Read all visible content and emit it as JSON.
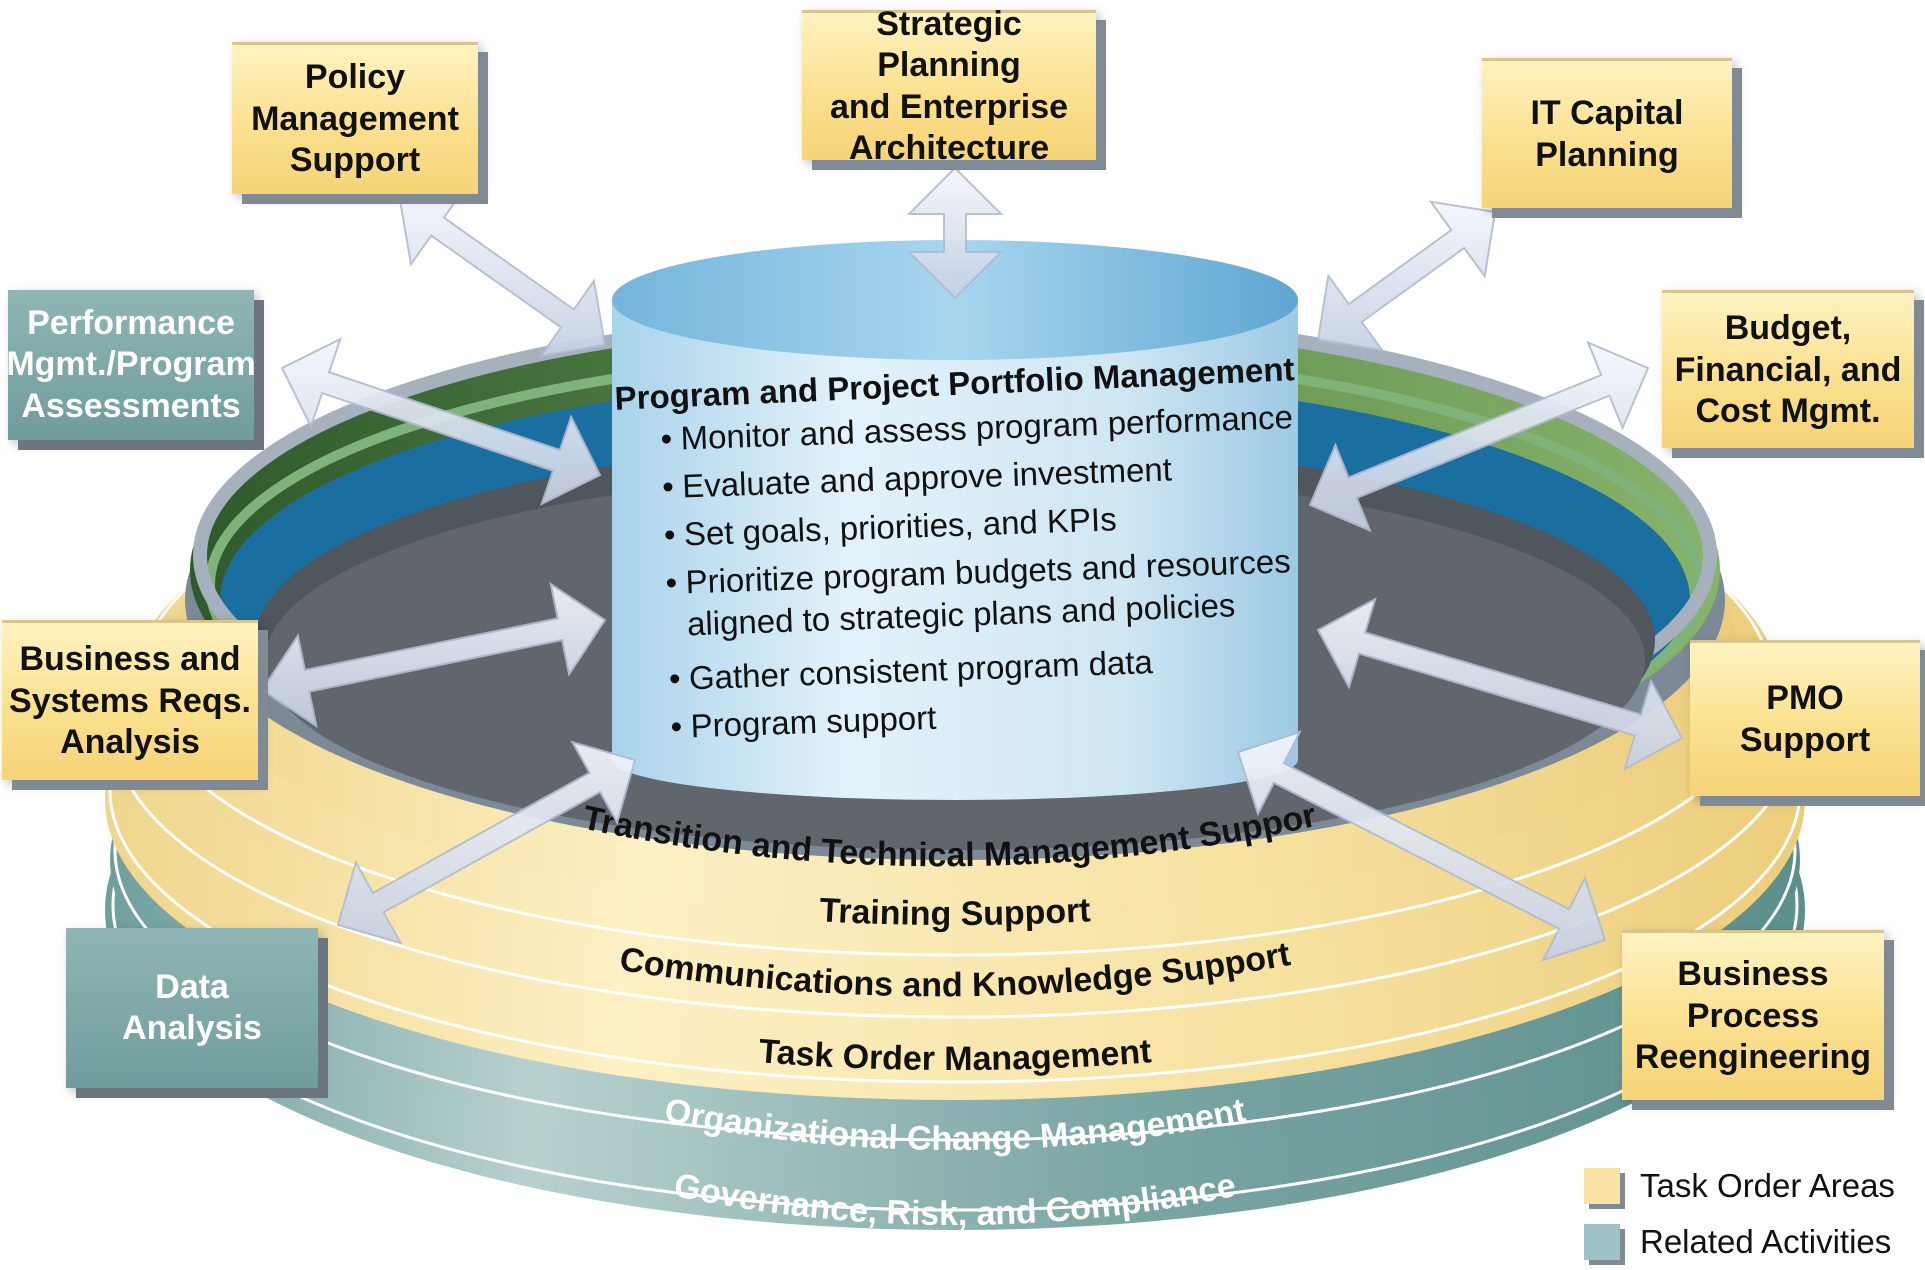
{
  "cylinder": {
    "title": "Program and Project Portfolio Management",
    "bullets": [
      "Monitor and assess program performance",
      "Evaluate and approve investment",
      "Set goals, priorities, and KPIs",
      "Prioritize program budgets and resources",
      "aligned to strategic plans and policies",
      "Gather consistent program data",
      "Program support"
    ]
  },
  "rings": {
    "transition": "Transition and Technical Management Support",
    "training": "Training Support",
    "communications": "Communications and Knowledge Support",
    "task_order": "Task Order Management",
    "org_change": "Organizational Change Management",
    "governance": "Governance, Risk, and Compliance"
  },
  "boxes": {
    "policy": [
      "Policy",
      "Management",
      "Support"
    ],
    "strategic": [
      "Strategic Planning",
      "and Enterprise",
      "Architecture"
    ],
    "it_capital": [
      "IT Capital",
      "Planning"
    ],
    "performance": [
      "Performance",
      "Mgmt./Program",
      "Assessments"
    ],
    "budget": [
      "Budget,",
      "Financial, and",
      "Cost Mgmt."
    ],
    "business_systems": [
      "Business and",
      "Systems Reqs.",
      "Analysis"
    ],
    "pmo": [
      "PMO",
      "Support"
    ],
    "data_analysis": [
      "Data",
      "Analysis"
    ],
    "bpr": [
      "Business",
      "Process",
      "Reengineering"
    ]
  },
  "legend": {
    "task_order_areas": "Task Order Areas",
    "related_activities": "Related Activities"
  },
  "colors": {
    "task": "#f8e3a4",
    "related": "#8fb6b4",
    "cylinder": "#c9e6f4",
    "ring_green": "#5f8a44",
    "ring_blue": "#1b6fa0",
    "ring_gray": "#7c8996"
  }
}
